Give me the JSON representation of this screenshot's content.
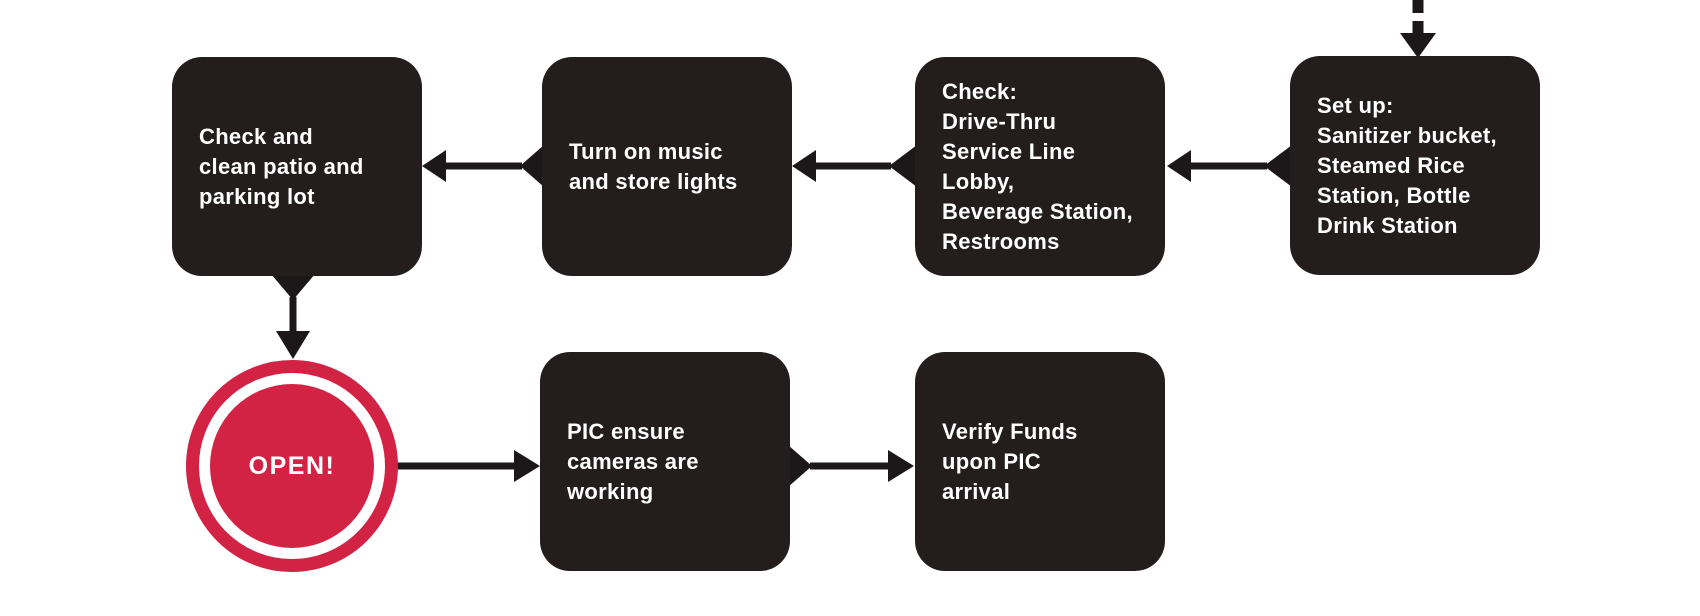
{
  "diagram": {
    "type": "flowchart",
    "colors": {
      "background": "#ffffff",
      "node": "#231d1e",
      "ink": "#1c1718",
      "accent": "#d22345",
      "text": "#ffffff"
    },
    "nodes": {
      "set_up": {
        "text": "Set up:\nSanitizer bucket,\nSteamed Rice\nStation, Bottle\nDrink Station"
      },
      "check_stations": {
        "text": "Check:\nDrive-Thru\nService Line\nLobby,\nBeverage Station,\nRestrooms"
      },
      "music_lights": {
        "text": "Turn on music\nand store lights"
      },
      "check_clean": {
        "text": "Check and\nclean patio and\nparking lot"
      },
      "open": {
        "text": "OPEN!"
      },
      "pic_cameras": {
        "text": "PIC ensure\ncameras are\nworking"
      },
      "verify_funds": {
        "text": "Verify Funds\nupon PIC\narrival"
      }
    }
  }
}
